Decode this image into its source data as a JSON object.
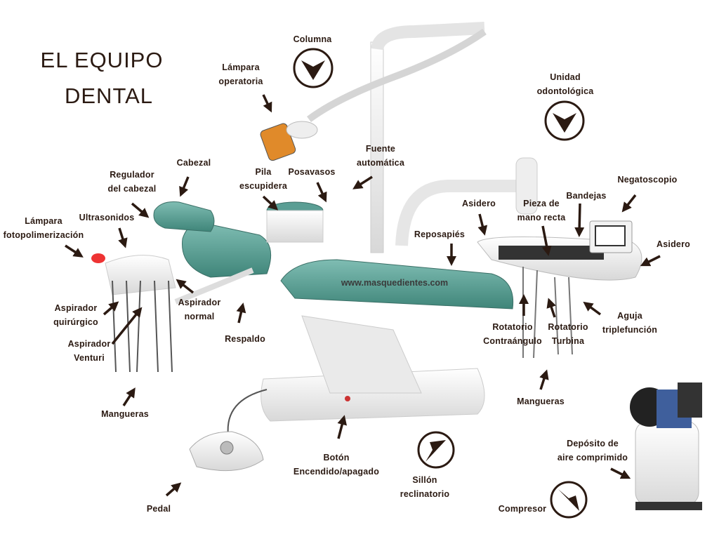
{
  "title": {
    "line1": "EL EQUIPO",
    "line2": "DENTAL"
  },
  "watermark": "www.masquedientes.com",
  "labels": {
    "columna": "Columna",
    "lampara_operatoria": [
      "Lámpara",
      "operatoria"
    ],
    "unidad_odontologica": [
      "Unidad",
      "odontológica"
    ],
    "fuente_automatica": [
      "Fuente",
      "automática"
    ],
    "cabezal": "Cabezal",
    "regulador_cabezal": [
      "Regulador",
      "del cabezal"
    ],
    "pila_escupidera": [
      "Pila",
      "escupidera"
    ],
    "posavasos": "Posavasos",
    "negatoscopio": "Negatoscopio",
    "bandejas": "Bandejas",
    "asidero_left": "Asidero",
    "pieza_mano_recta": [
      "Pieza de",
      "mano recta"
    ],
    "lampara_foto": [
      "Lámpara",
      "fotopolimerización"
    ],
    "ultrasonidos": "Ultrasonidos",
    "reposapies": "Reposapiés",
    "asidero_right": "Asidero",
    "aspirador_normal": [
      "Aspirador",
      "normal"
    ],
    "aspirador_quirurgico": [
      "Aspirador",
      "quirúrgico"
    ],
    "respaldo": "Respaldo",
    "rotatorio_contraangulo": [
      "Rotatorio",
      "Contraángulo"
    ],
    "rotatorio_turbina": [
      "Rotatorio",
      "Turbina"
    ],
    "aguja_triplefuncion": [
      "Aguja",
      "triplefunción"
    ],
    "aspirador_venturi": [
      "Aspirador",
      "Venturi"
    ],
    "mangueras_left": "Mangueras",
    "mangueras_right": "Mangueras",
    "boton": [
      "Botón",
      "Encendido/apagado"
    ],
    "sillon": [
      "Sillón",
      "reclinatorio"
    ],
    "deposito": [
      "Depósito de",
      "aire comprimido"
    ],
    "pedal": "Pedal",
    "compresor": "Compresor"
  },
  "colors": {
    "text": "#2b1a12",
    "chair": "#5a9e94",
    "arrow": "#2b1a12"
  }
}
